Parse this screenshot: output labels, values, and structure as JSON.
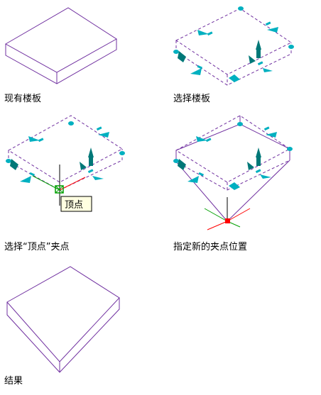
{
  "captions": {
    "step1": "现有楼板",
    "step2": "选择楼板",
    "step3": "选择“顶点”夹点",
    "step4": "指定新的夹点位置",
    "step5": "结果"
  },
  "tooltip": {
    "text": "顶点"
  },
  "colors": {
    "edge": "#7030a0",
    "grip": "#00b0c0",
    "grip_dark": "#007878",
    "hot_grip": "#ff0000",
    "axis_x": "#ff0000",
    "axis_y": "#00a000",
    "axis_z": "#000000",
    "tooltip_bg": "#ffffe1"
  }
}
